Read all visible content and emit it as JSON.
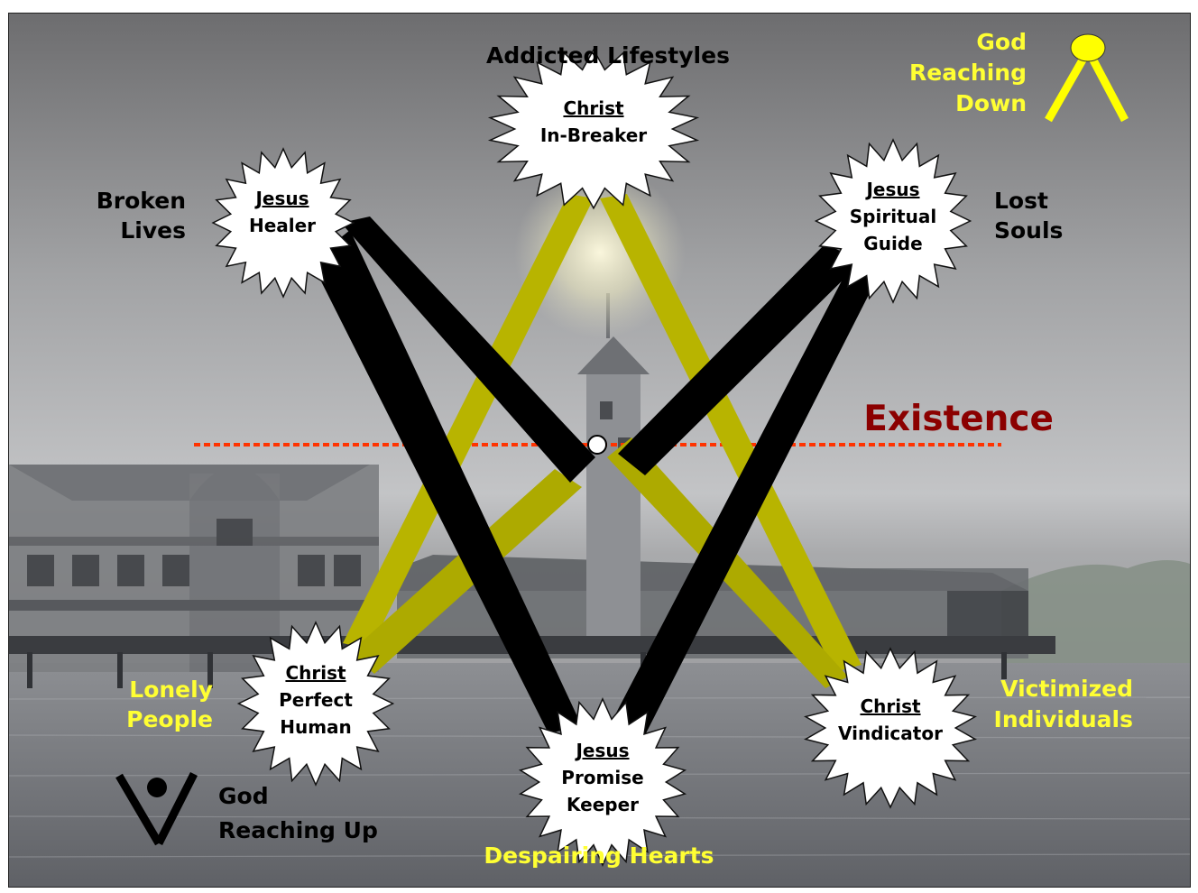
{
  "existence_label": "Existence",
  "top_right": {
    "l1": "God",
    "l2": "Reaching",
    "l3": "Down"
  },
  "bottom_left": {
    "l1": "God",
    "l2": "Reaching Up"
  },
  "situations": {
    "addicted": "Addicted Lifestyles",
    "broken_l1": "Broken",
    "broken_l2": "Lives",
    "lost_l1": "Lost",
    "lost_l2": "Souls",
    "lonely_l1": "Lonely",
    "lonely_l2": "People",
    "victim_l1": "Victimized",
    "victim_l2": "Individuals",
    "despairing": "Despairing Hearts"
  },
  "nodes": {
    "inbreaker": {
      "t1": "Christ",
      "t2": "In-Breaker"
    },
    "healer": {
      "t1": "Jesus",
      "t2": "Healer"
    },
    "guide": {
      "t1": "Jesus",
      "t2": "Spiritual",
      "t3": "Guide"
    },
    "human": {
      "t1": "Christ",
      "t2": "Perfect",
      "t3": "Human"
    },
    "keeper": {
      "t1": "Jesus",
      "t2": "Promise",
      "t3": "Keeper"
    },
    "vindicator": {
      "t1": "Christ",
      "t2": "Vindicator"
    }
  },
  "colors": {
    "yellow_label": "#ffff33",
    "yellow_band": "#b8b400",
    "black_band": "#000000",
    "existence": "#8b0000",
    "dashed_line": "#ff3300"
  }
}
